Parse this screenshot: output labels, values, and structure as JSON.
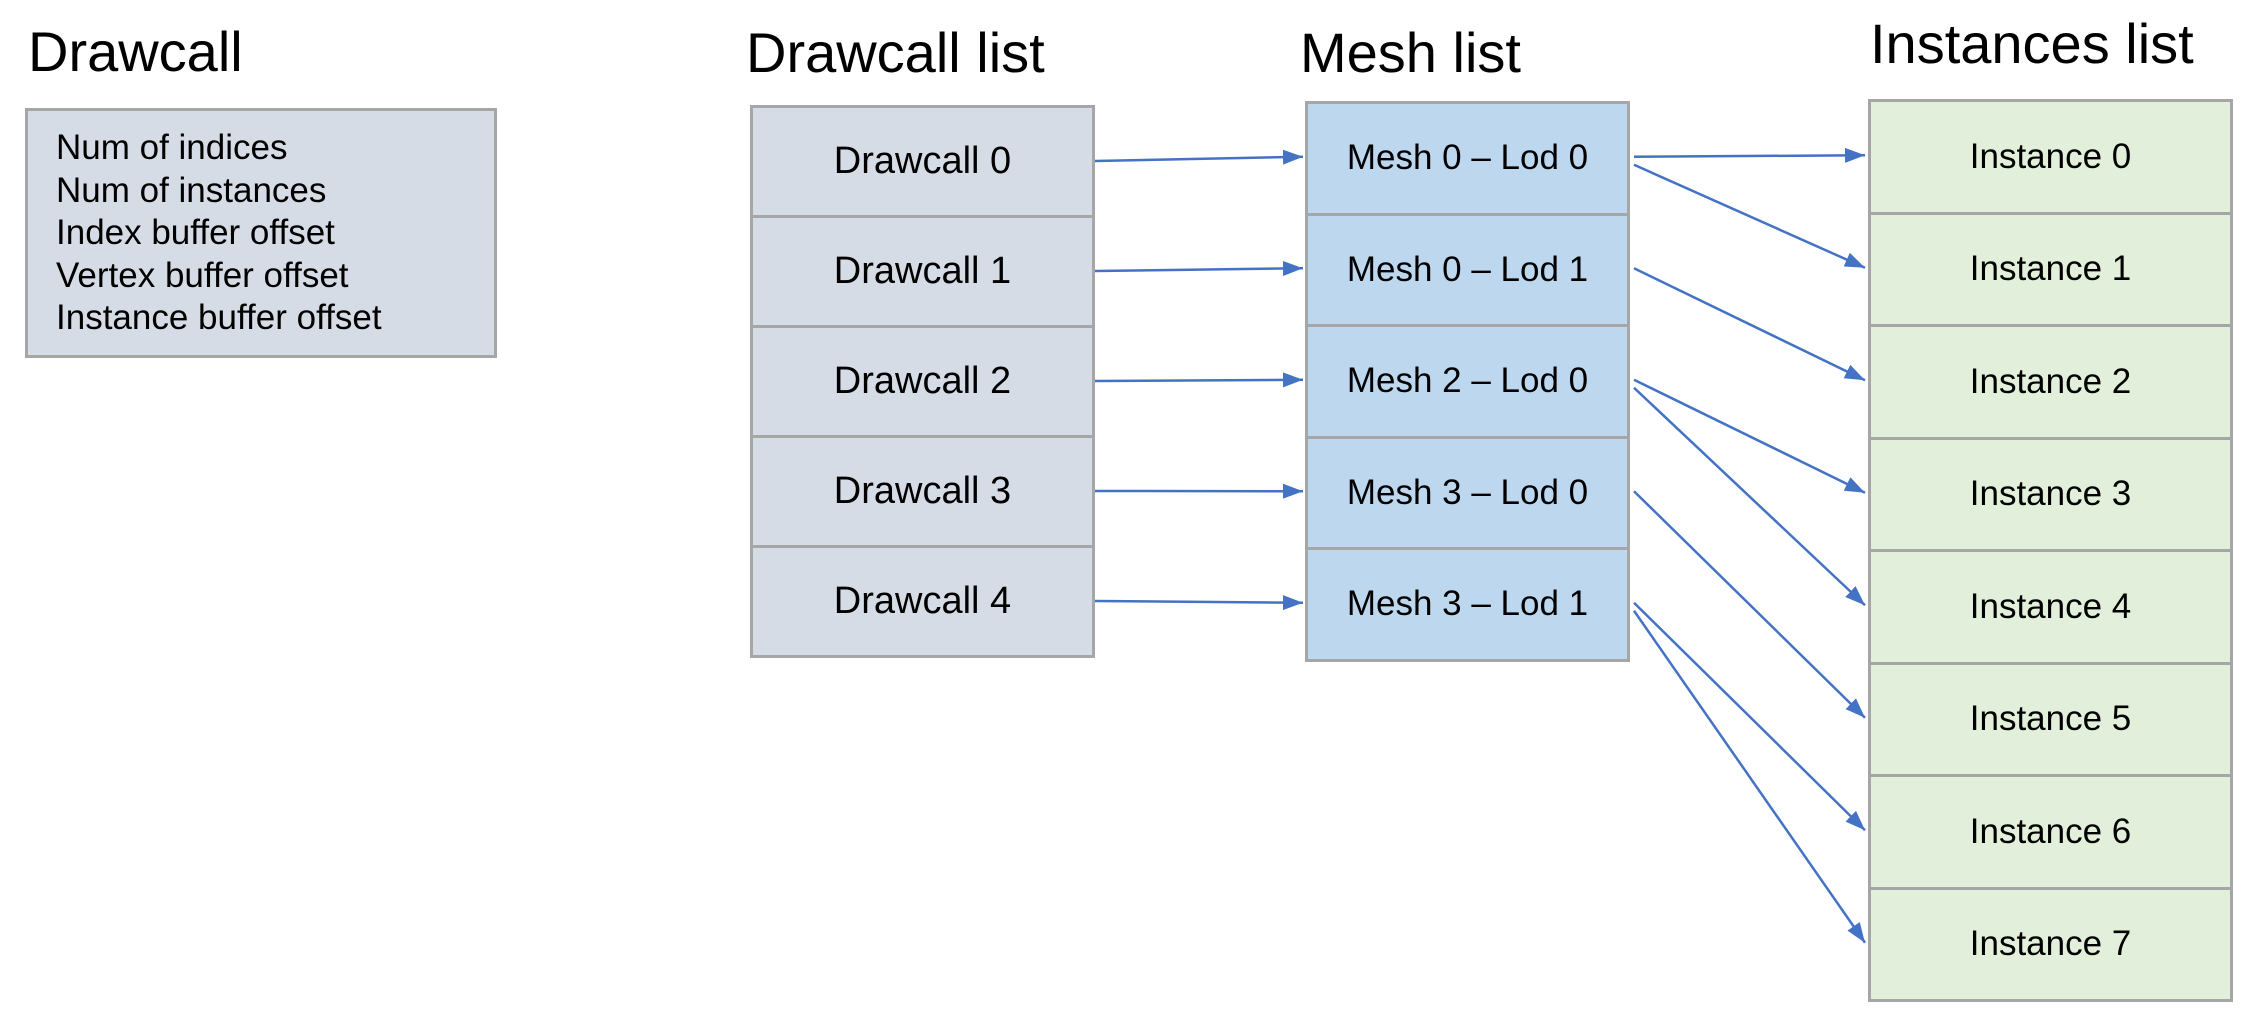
{
  "colors": {
    "drawcall_fill": "#d6dce5",
    "mesh_fill": "#bdd7ee",
    "instance_fill": "#e2efda",
    "border": "#a6a6a6",
    "arrow": "#4472c4"
  },
  "drawcall_struct": {
    "title": "Drawcall",
    "fields": [
      "Num of indices",
      "Num of instances",
      "Index buffer offset",
      "Vertex buffer offset",
      "Instance buffer offset"
    ]
  },
  "drawcall_list": {
    "title": "Drawcall list",
    "items": [
      "Drawcall 0",
      "Drawcall 1",
      "Drawcall 2",
      "Drawcall 3",
      "Drawcall 4"
    ]
  },
  "mesh_list": {
    "title": "Mesh list",
    "items": [
      "Mesh 0 – Lod 0",
      "Mesh 0 – Lod 1",
      "Mesh 2 – Lod 0",
      "Mesh 3 – Lod 0",
      "Mesh 3 – Lod 1"
    ]
  },
  "instances_list": {
    "title": "Instances list",
    "items": [
      "Instance 0",
      "Instance 1",
      "Instance 2",
      "Instance 3",
      "Instance 4",
      "Instance 5",
      "Instance 6",
      "Instance 7"
    ]
  },
  "links": {
    "drawcall_to_mesh": [
      [
        0,
        0
      ],
      [
        1,
        1
      ],
      [
        2,
        2
      ],
      [
        3,
        3
      ],
      [
        4,
        4
      ]
    ],
    "mesh_to_instance": [
      [
        0,
        0
      ],
      [
        0,
        1
      ],
      [
        1,
        2
      ],
      [
        2,
        3
      ],
      [
        2,
        4
      ],
      [
        3,
        5
      ],
      [
        4,
        6
      ],
      [
        4,
        7
      ]
    ]
  }
}
